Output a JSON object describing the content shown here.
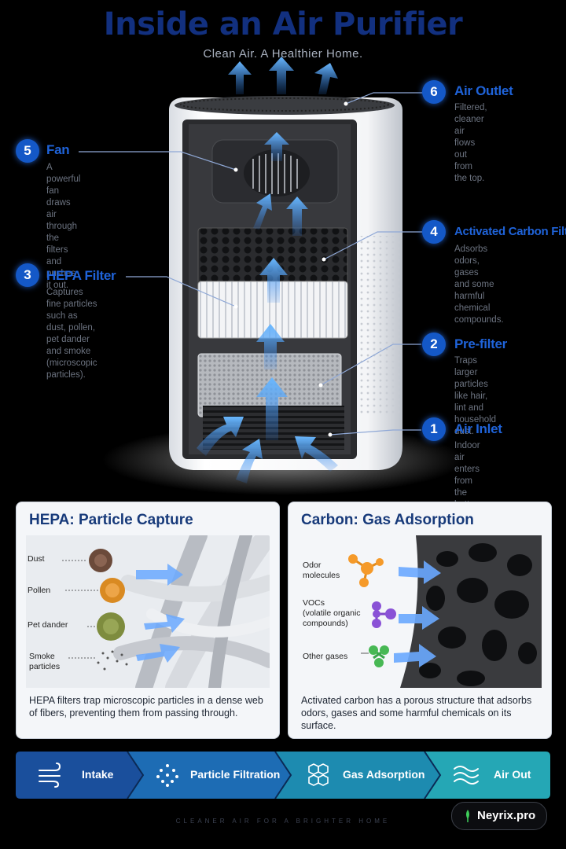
{
  "header": {
    "title": "Inside an Air Purifier",
    "subtitle": "Clean Air. A Healthier Home."
  },
  "callouts": [
    {
      "num": "6",
      "title": "Air Outlet",
      "desc": "Filtered, cleaner air\nflows out from the top."
    },
    {
      "num": "5",
      "title": "Fan",
      "desc": "A powerful fan draws\nair through the filters\nand pushes it out."
    },
    {
      "num": "4",
      "title": "Activated Carbon Filter",
      "desc": "Adsorbs odors, gases\nand some harmful\nchemical compounds."
    },
    {
      "num": "3",
      "title": "HEPA Filter",
      "desc": "Captures fine particles\nsuch as dust, pollen,\npet dander and smoke\n(microscopic particles)."
    },
    {
      "num": "2",
      "title": "Pre-filter",
      "desc": "Traps larger particles\nlike hair, lint and\nhousehold dust."
    },
    {
      "num": "1",
      "title": "Air Inlet",
      "desc": "Indoor air enters\nfrom the bottom."
    }
  ],
  "hepa_card": {
    "title": "HEPA: Particle Capture",
    "labels": [
      "Dust",
      "Pollen",
      "Pet dander",
      "Smoke\nparticles"
    ],
    "text": "HEPA filters trap microscopic particles in a dense web of fibers, preventing them from passing through."
  },
  "carbon_card": {
    "title": "Carbon: Gas Adsorption",
    "labels": [
      "Odor\nmolecules",
      "VOCs\n(volatile organic\ncompounds)",
      "Other gases"
    ],
    "text": "Activated carbon has a porous structure that adsorbs odors, gases and some harmful chemicals on its surface."
  },
  "process": [
    {
      "label": "Intake",
      "icon": "wind-icon",
      "color": "#1a4f9c"
    },
    {
      "label": "Particle Filtration",
      "icon": "particles-icon",
      "color": "#1d6cb4"
    },
    {
      "label": "Gas Adsorption",
      "icon": "hexagon-icon",
      "color": "#1d8bb0"
    },
    {
      "label": "Air Out",
      "icon": "waves-icon",
      "color": "#25a7b5"
    }
  ],
  "footer": {
    "tagline": "CLEANER AIR FOR A BRIGHTER HOME",
    "brand": "Neyrix.pro"
  },
  "colors": {
    "accent": "#1458c7",
    "title": "#12307f",
    "callout_title": "#1f63d9",
    "airflow": "#4fa3ff"
  }
}
